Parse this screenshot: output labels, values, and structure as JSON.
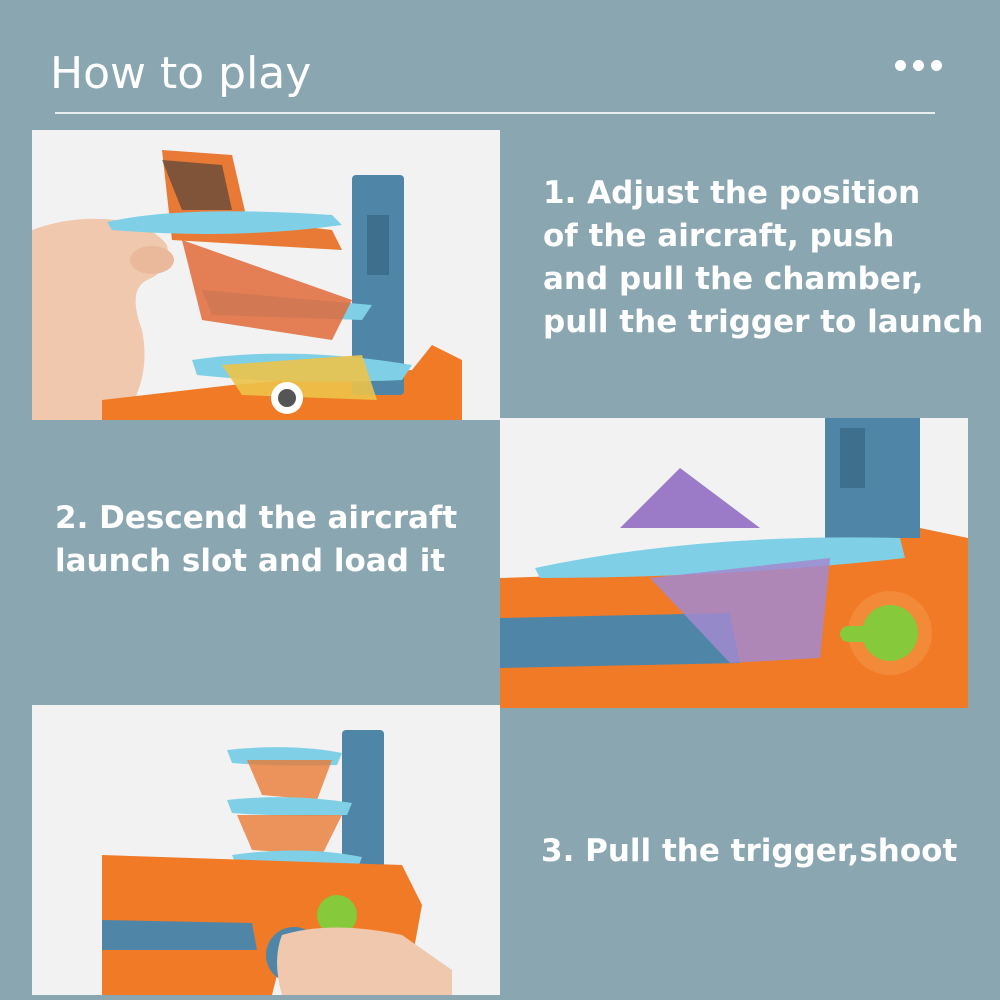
{
  "header": {
    "title": "How to play"
  },
  "steps": [
    {
      "lines": [
        "1. Adjust the position",
        "of the aircraft, push",
        "and pull the chamber,",
        "pull the trigger to launch"
      ]
    },
    {
      "lines": [
        "2. Descend the aircraft",
        "launch slot and load it"
      ]
    },
    {
      "lines": [
        "3. Pull the trigger,shoot"
      ]
    }
  ],
  "colors": {
    "background": "#8aa6b0",
    "launcher_orange": "#f07a26",
    "launcher_blue": "#4f86a8",
    "glider_blue": "#7fd0e6",
    "trigger_green": "#86c93a"
  },
  "icons": [
    "more-dots-icon"
  ]
}
